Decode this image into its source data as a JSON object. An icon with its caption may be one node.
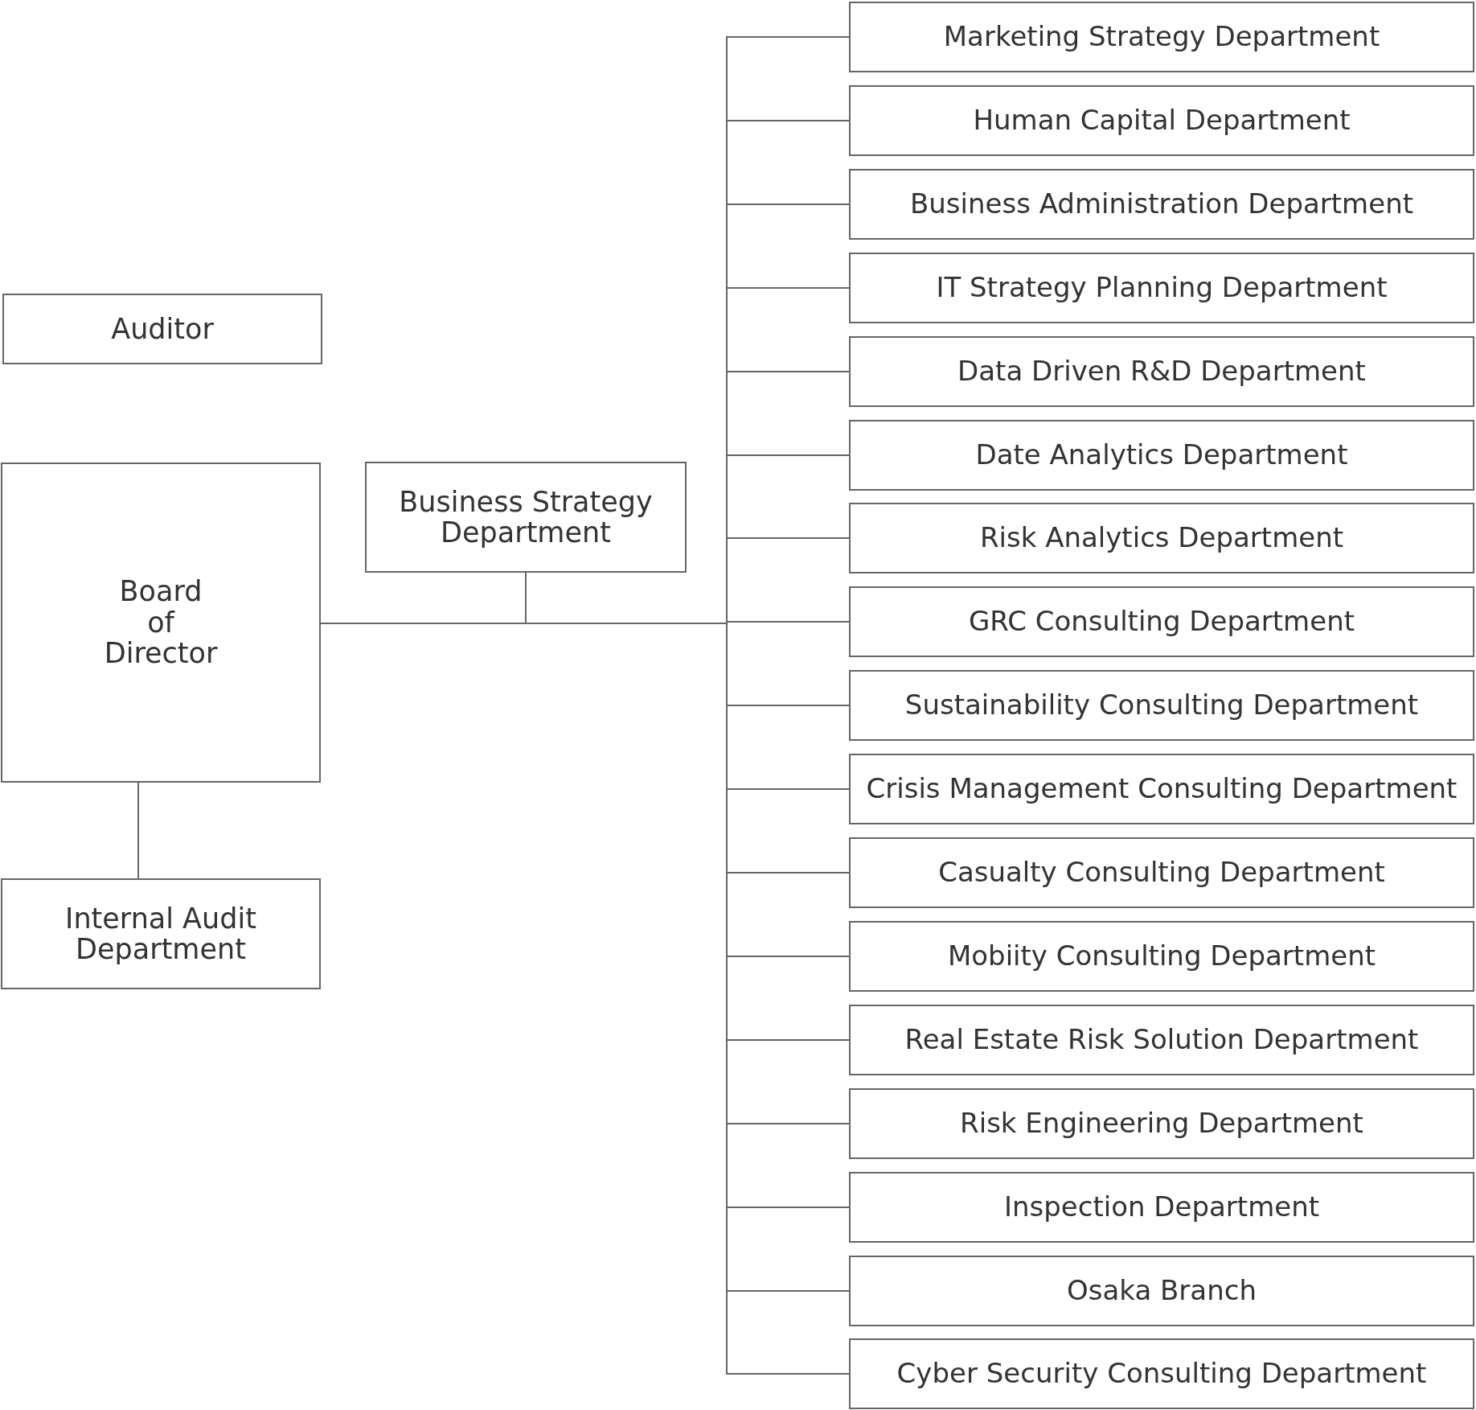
{
  "diagram": {
    "nodes": [
      {
        "text": [
          "Auditor"
        ]
      },
      {
        "text": [
          "Board of Director"
        ]
      },
      {
        "text": [
          "Internal Audit Department"
        ]
      },
      {
        "text": [
          "Business Strategy Department"
        ]
      },
      {
        "text": [
          "Marketing Strategy Department"
        ]
      },
      {
        "text": [
          "Human Capital Department"
        ]
      },
      {
        "text": [
          "Business Administration Department"
        ]
      },
      {
        "text": [
          "IT Strategy Planning Department"
        ]
      },
      {
        "text": [
          "Data Driven R&D Department"
        ]
      },
      {
        "text": [
          "Date Analytics Department"
        ]
      },
      {
        "text": [
          "Risk Analytics Department"
        ]
      },
      {
        "text": [
          "GRC Consulting Department"
        ]
      },
      {
        "text": [
          "Sustainability Consulting Department"
        ]
      },
      {
        "text": [
          "Crisis Management Consulting Department"
        ]
      },
      {
        "text": [
          "Casualty Consulting Department"
        ]
      },
      {
        "text": [
          "Mobiity Consulting Department"
        ]
      },
      {
        "text": [
          "Real Estate Risk Solution Department"
        ]
      },
      {
        "text": [
          "Risk Engineering Department"
        ]
      },
      {
        "text": [
          "Inspection Department"
        ]
      },
      {
        "text": [
          "Osaka Branch"
        ]
      },
      {
        "text": [
          "Cyber Security Consulting Department"
        ]
      }
    ],
    "edges": [
      {
        "from": 1,
        "to": 2,
        "arrow": "none"
      },
      {
        "from": 1,
        "to": 3,
        "arrow": "none"
      },
      {
        "from": 1,
        "to": 4,
        "arrow": "none"
      },
      {
        "from": 1,
        "to": 5,
        "arrow": "none"
      },
      {
        "from": 1,
        "to": 6,
        "arrow": "none"
      },
      {
        "from": 1,
        "to": 7,
        "arrow": "none"
      },
      {
        "from": 1,
        "to": 8,
        "arrow": "none"
      },
      {
        "from": 1,
        "to": 9,
        "arrow": "none"
      },
      {
        "from": 1,
        "to": 10,
        "arrow": "none"
      },
      {
        "from": 1,
        "to": 11,
        "arrow": "none"
      },
      {
        "from": 1,
        "to": 12,
        "arrow": "none"
      },
      {
        "from": 1,
        "to": 13,
        "arrow": "none"
      },
      {
        "from": 1,
        "to": 14,
        "arrow": "none"
      },
      {
        "from": 1,
        "to": 15,
        "arrow": "none"
      },
      {
        "from": 1,
        "to": 16,
        "arrow": "none"
      },
      {
        "from": 1,
        "to": 17,
        "arrow": "none"
      },
      {
        "from": 1,
        "to": 18,
        "arrow": "none"
      },
      {
        "from": 1,
        "to": 19,
        "arrow": "none"
      },
      {
        "from": 1,
        "to": 20,
        "arrow": "none"
      }
    ]
  }
}
